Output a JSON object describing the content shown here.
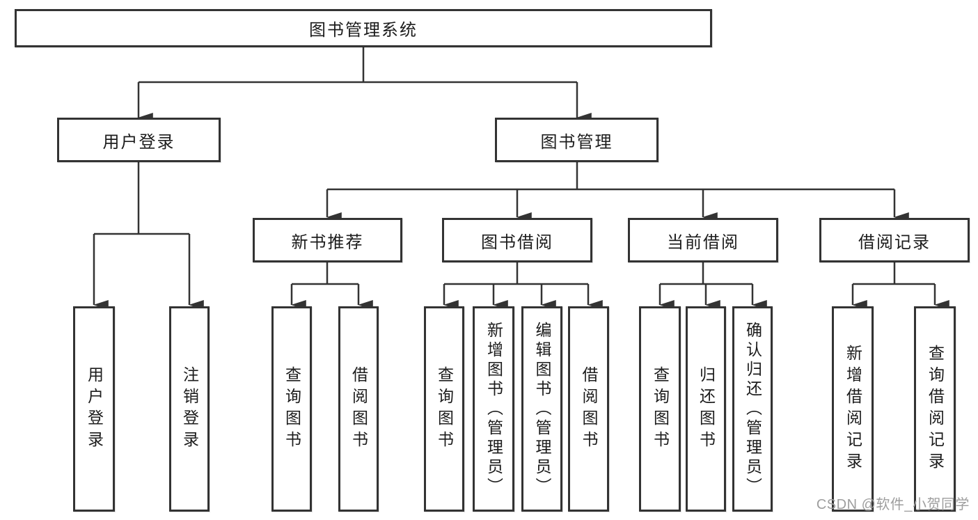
{
  "diagram_type": "functional-structure-tree",
  "tree": {
    "label": "图书管理系统",
    "children": [
      {
        "label": "用户登录",
        "children": [
          {
            "label": "用户登录"
          },
          {
            "label": "注销登录"
          }
        ]
      },
      {
        "label": "图书管理",
        "children": [
          {
            "label": "新书推荐",
            "children": [
              {
                "label": "查询图书"
              },
              {
                "label": "借阅图书"
              }
            ]
          },
          {
            "label": "图书借阅",
            "children": [
              {
                "label": "查询图书"
              },
              {
                "label": "新增图书（管理员）"
              },
              {
                "label": "编辑图书（管理员）"
              },
              {
                "label": "借阅图书"
              }
            ]
          },
          {
            "label": "当前借阅",
            "children": [
              {
                "label": "查询图书"
              },
              {
                "label": "归还图书"
              },
              {
                "label": "确认归还（管理员）"
              }
            ]
          },
          {
            "label": "借阅记录",
            "children": [
              {
                "label": "新增借阅记录"
              },
              {
                "label": "查询借阅记录"
              }
            ]
          }
        ]
      }
    ]
  },
  "watermark": {
    "text": "CSDN @软件_小贺同学"
  },
  "colors": {
    "line": "#333333",
    "box_border": "#333333",
    "box_fill": "#ffffff",
    "text": "#1c1c1c",
    "watermark": "#9e9e9e",
    "background": "#ffffff"
  }
}
